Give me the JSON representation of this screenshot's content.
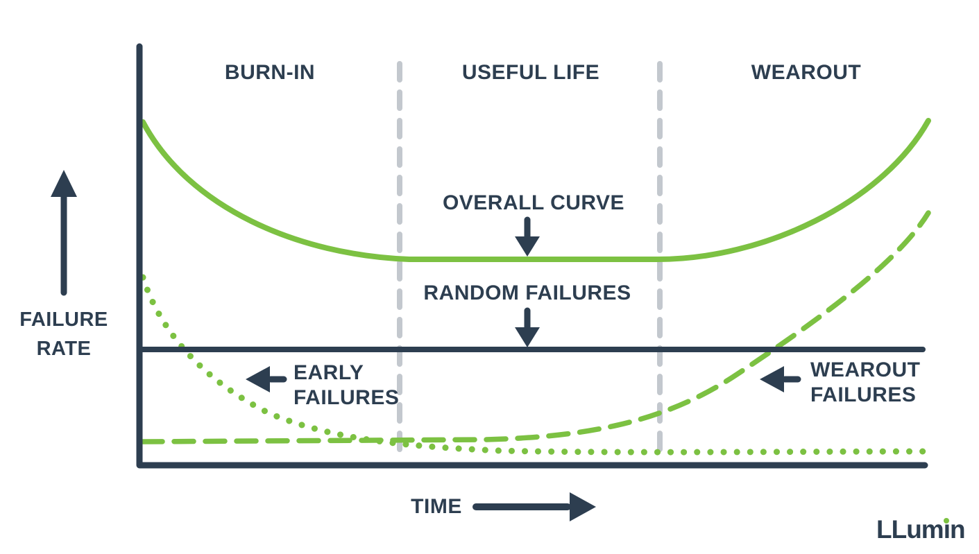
{
  "diagram": {
    "phases": [
      {
        "label": "BURN-IN"
      },
      {
        "label": "USEFUL LIFE"
      },
      {
        "label": "WEAROUT"
      }
    ],
    "annotations": {
      "overall_curve": "OVERALL CURVE",
      "random_failures": "RANDOM FAILURES",
      "early_failures_line1": "EARLY",
      "early_failures_line2": "FAILURES",
      "wearout_failures_line1": "WEAROUT",
      "wearout_failures_line2": "FAILURES"
    },
    "axes": {
      "y_label_line1": "FAILURE",
      "y_label_line2": "RATE",
      "x_label": "TIME"
    },
    "logo": {
      "text": "LLumin",
      "prefix": "LLum",
      "i_stem": "ı",
      "suffix": "n"
    }
  },
  "colors": {
    "navy": "#2d3e50",
    "green": "#7cc142",
    "gray_divider": "#c3c8ce",
    "background": "#ffffff"
  },
  "chart_data": {
    "type": "line",
    "title": "Bathtub curve (failure rate over time)",
    "xlabel": "TIME",
    "ylabel": "FAILURE RATE",
    "x_axis_numeric": false,
    "y_axis_numeric": false,
    "grid": false,
    "phase_regions": [
      {
        "name": "BURN-IN",
        "x_normalized": [
          0.0,
          0.33
        ]
      },
      {
        "name": "USEFUL LIFE",
        "x_normalized": [
          0.33,
          0.66
        ]
      },
      {
        "name": "WEAROUT",
        "x_normalized": [
          0.66,
          1.0
        ]
      }
    ],
    "series": [
      {
        "name": "OVERALL CURVE",
        "style": "solid",
        "color": "#7cc142",
        "points_normalized": [
          [
            0.0,
            0.82
          ],
          [
            0.08,
            0.65
          ],
          [
            0.18,
            0.55
          ],
          [
            0.33,
            0.49
          ],
          [
            0.5,
            0.49
          ],
          [
            0.66,
            0.49
          ],
          [
            0.8,
            0.56
          ],
          [
            0.9,
            0.67
          ],
          [
            1.0,
            0.82
          ]
        ]
      },
      {
        "name": "RANDOM FAILURES",
        "style": "solid-flat",
        "color": "#2d3e50",
        "points_normalized": [
          [
            0.0,
            0.28
          ],
          [
            1.0,
            0.28
          ]
        ]
      },
      {
        "name": "EARLY FAILURES",
        "style": "dotted",
        "color": "#7cc142",
        "points_normalized": [
          [
            0.0,
            0.45
          ],
          [
            0.06,
            0.31
          ],
          [
            0.12,
            0.2
          ],
          [
            0.2,
            0.12
          ],
          [
            0.33,
            0.07
          ],
          [
            0.5,
            0.04
          ],
          [
            0.7,
            0.035
          ],
          [
            1.0,
            0.033
          ]
        ]
      },
      {
        "name": "WEAROUT FAILURES",
        "style": "dashed",
        "color": "#7cc142",
        "points_normalized": [
          [
            0.0,
            0.058
          ],
          [
            0.3,
            0.06
          ],
          [
            0.45,
            0.062
          ],
          [
            0.6,
            0.09
          ],
          [
            0.66,
            0.1
          ],
          [
            0.75,
            0.19
          ],
          [
            0.8,
            0.28
          ],
          [
            0.9,
            0.45
          ],
          [
            1.0,
            0.6
          ]
        ]
      }
    ],
    "legend_position": "inline-annotations"
  }
}
